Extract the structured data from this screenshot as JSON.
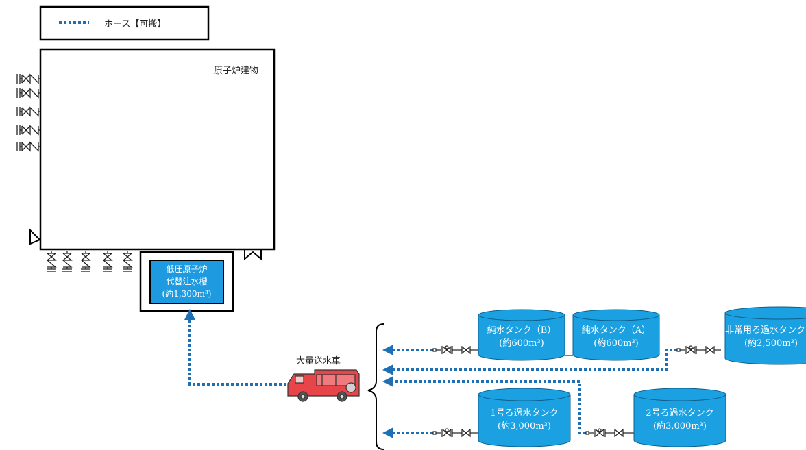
{
  "legend": {
    "hose_label": "ホース【可搬】"
  },
  "building": {
    "label": "原子炉建物"
  },
  "basin": {
    "line1": "低圧原子炉",
    "line2": "代替注水槽",
    "line3": "(約1,300m³)"
  },
  "truck": {
    "label": "大量送水車"
  },
  "tanks": [
    {
      "name": "純水タンク（B）",
      "capacity": "(約600m³)"
    },
    {
      "name": "純水タンク（A）",
      "capacity": "(約600m³)"
    },
    {
      "name": "非常用ろ過水タンク",
      "capacity": "(約2,500m³)"
    },
    {
      "name": "1号ろ過水タンク",
      "capacity": "(約3,000m³)"
    },
    {
      "name": "2号ろ過水タンク",
      "capacity": "(約3,000m³)"
    }
  ],
  "colors": {
    "hose": "#1f6fb5",
    "tank": "#1ba1e2",
    "basin": "#1e9be0",
    "truck": "#e8454a",
    "line": "#000000"
  }
}
